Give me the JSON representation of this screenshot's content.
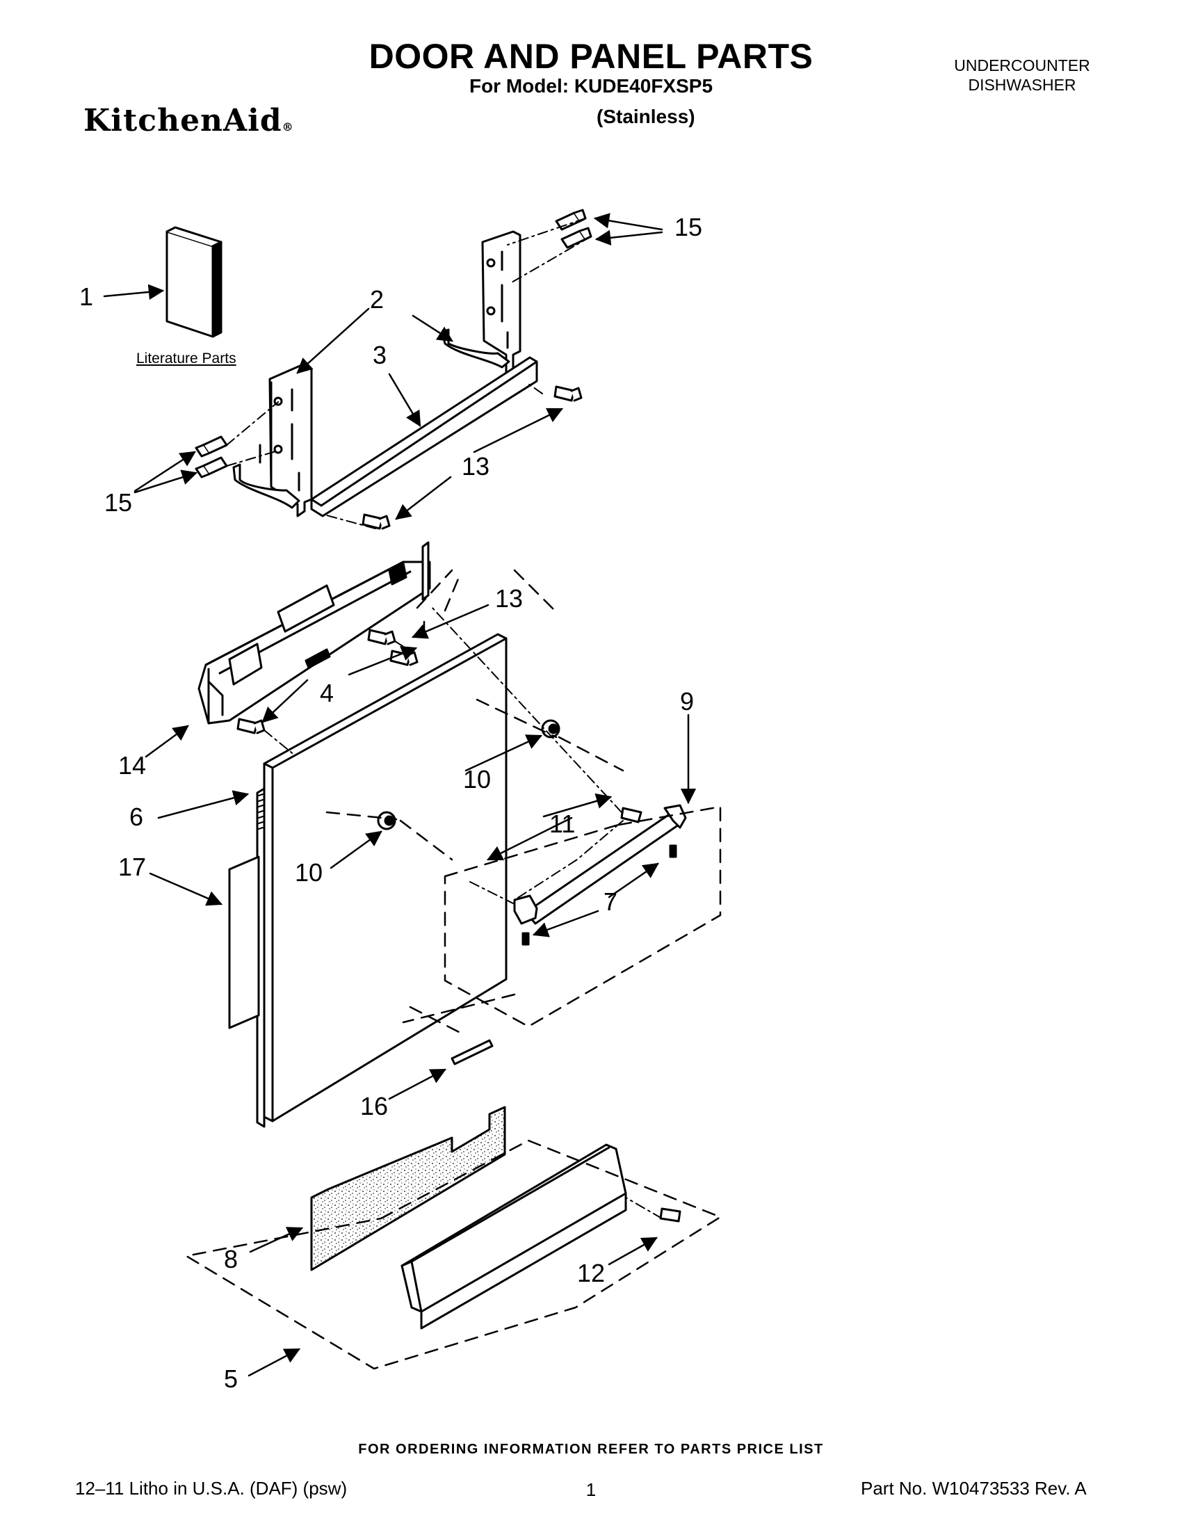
{
  "header": {
    "title": "DOOR AND PANEL PARTS",
    "model_line": "For Model: KUDE40FXSP5",
    "variant": "(Stainless)",
    "brand": "KitchenAid",
    "brand_mark": "®",
    "category": [
      "UNDERCOUNTER",
      "DISHWASHER"
    ]
  },
  "diagram": {
    "literature_label": "Literature Parts",
    "callouts": [
      "1",
      "2",
      "3",
      "15",
      "15",
      "13",
      "13",
      "4",
      "14",
      "6",
      "10",
      "10",
      "9",
      "11",
      "7",
      "17",
      "16",
      "8",
      "5",
      "12"
    ]
  },
  "footer": {
    "ordering_note": "FOR ORDERING INFORMATION REFER TO PARTS PRICE LIST",
    "litho": "12–11 Litho in U.S.A. (DAF) (psw)",
    "page_number": "1",
    "part_number": "Part No. W10473533 Rev. A"
  }
}
